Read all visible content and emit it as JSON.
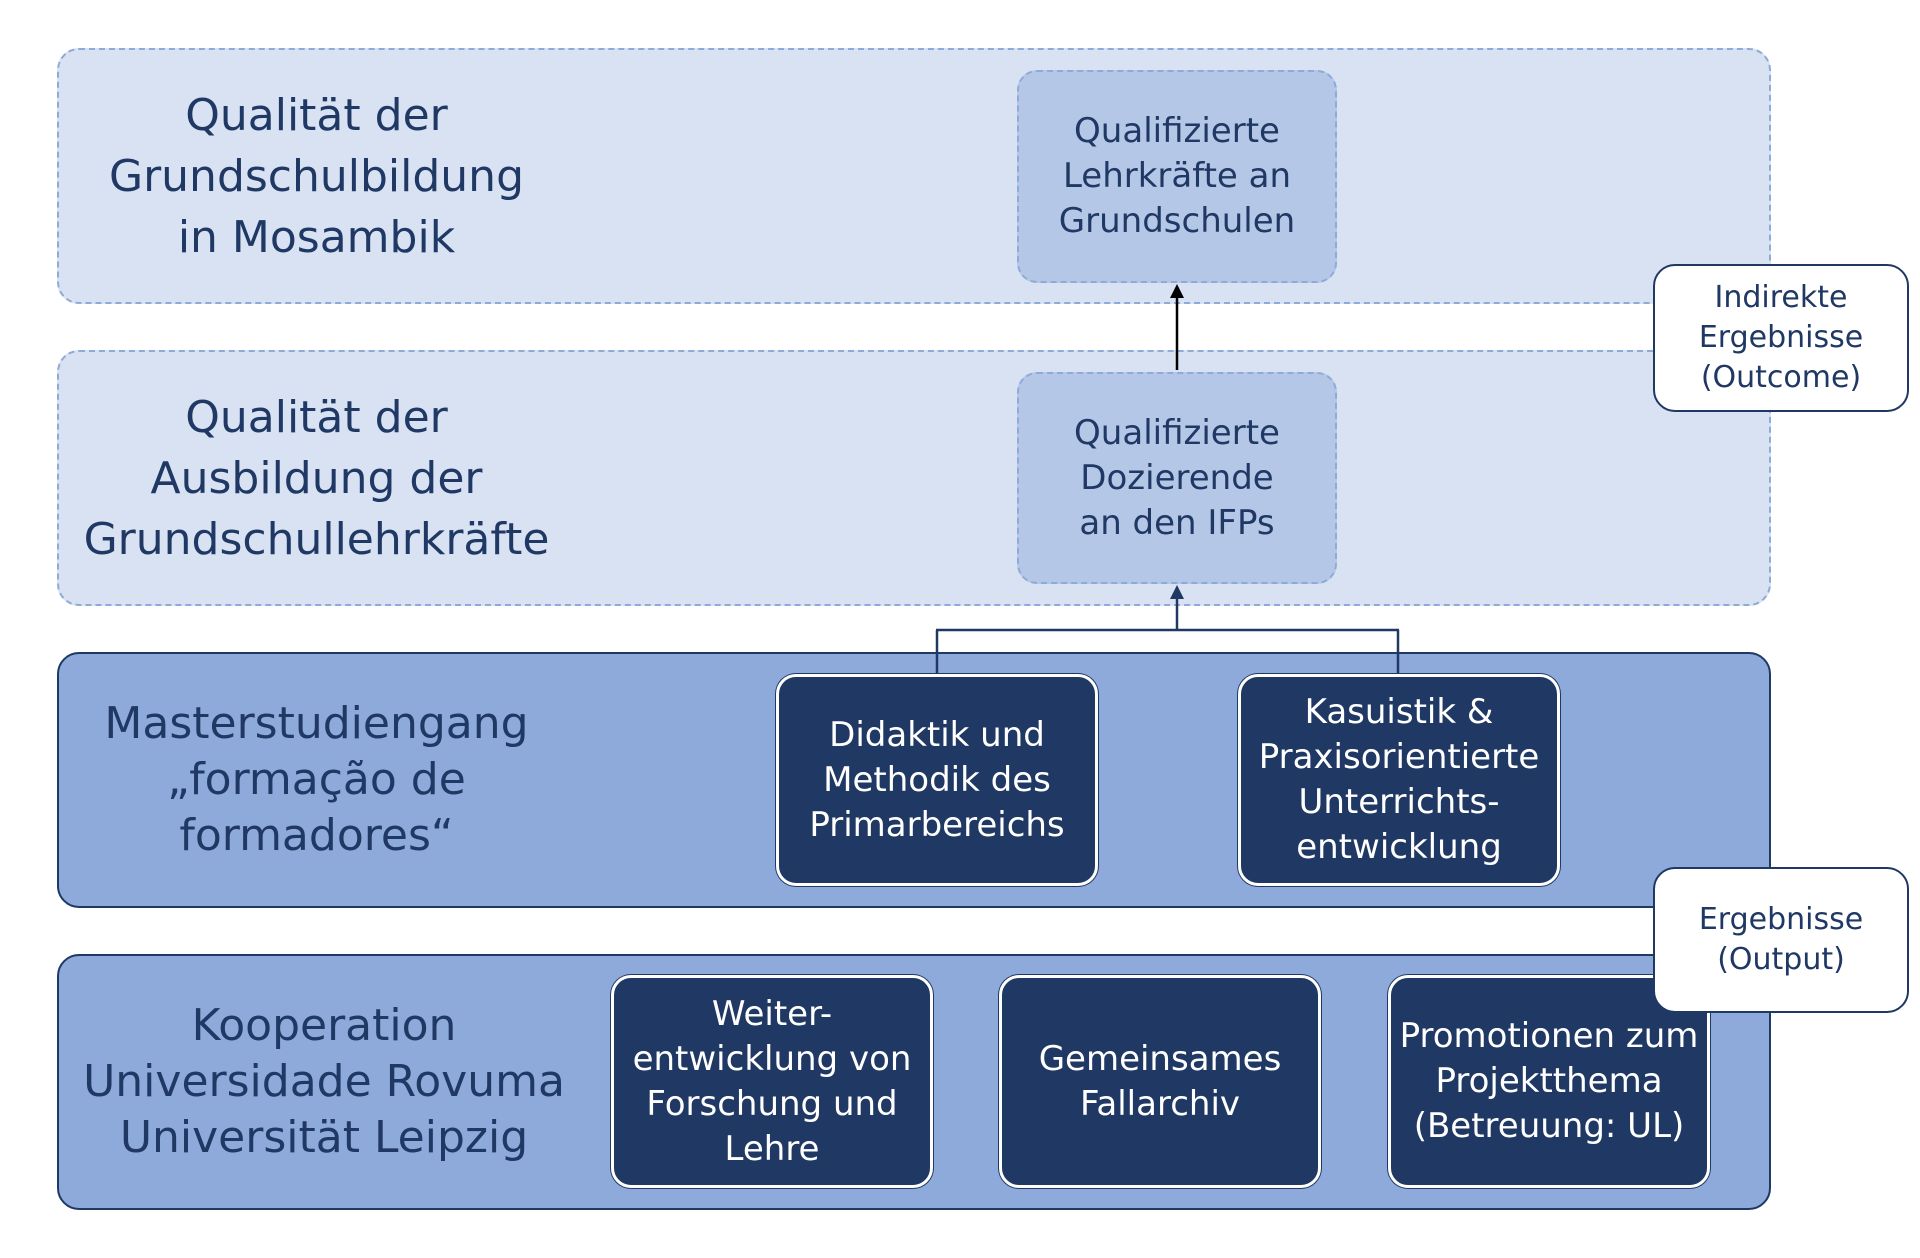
{
  "bands": {
    "school_quality": [
      "Qualität der",
      "Grundschulbildung",
      "in Mosambik"
    ],
    "teacher_training": [
      "Qualität der",
      "Ausbildung der",
      "Grundschullehrkräfte"
    ],
    "masters": [
      "Masterstudiengang",
      "„formação de",
      "formadores“"
    ],
    "cooperation": [
      "Kooperation",
      "Universidade Rovuma",
      "Universität Leipzig"
    ]
  },
  "boxes": {
    "qualified_teachers": [
      "Qualifizierte",
      "Lehrkräfte an",
      "Grundschulen"
    ],
    "qualified_lecturers": [
      "Qualifizierte",
      "Dozierende",
      "an den IFPs"
    ],
    "didactics": [
      "Didaktik und",
      "Methodik des",
      "Primarbereichs"
    ],
    "casuistics": [
      "Kasuistik &",
      "Praxisorientierte",
      "Unterrichts-",
      "entwicklung"
    ],
    "research": [
      "Weiter-",
      "entwicklung von",
      "Forschung und",
      "Lehre"
    ],
    "case_archive": [
      "Gemeinsames",
      "Fallarchiv"
    ],
    "doctorates": [
      "Promotionen zum",
      "Projektthema",
      "(Betreuung: UL)"
    ]
  },
  "labels": {
    "outcome": [
      "Indirekte",
      "Ergebnisse",
      "(Outcome)"
    ],
    "output": [
      "Ergebnisse",
      "(Output)"
    ]
  },
  "colors": {
    "light_band": "#d9e2f3",
    "mid_band": "#8eaadb",
    "dashed_box": "#b4c7e7",
    "dark_box": "#203864",
    "text_navy": "#1f3864",
    "border_dashed": "#8eaad6"
  }
}
